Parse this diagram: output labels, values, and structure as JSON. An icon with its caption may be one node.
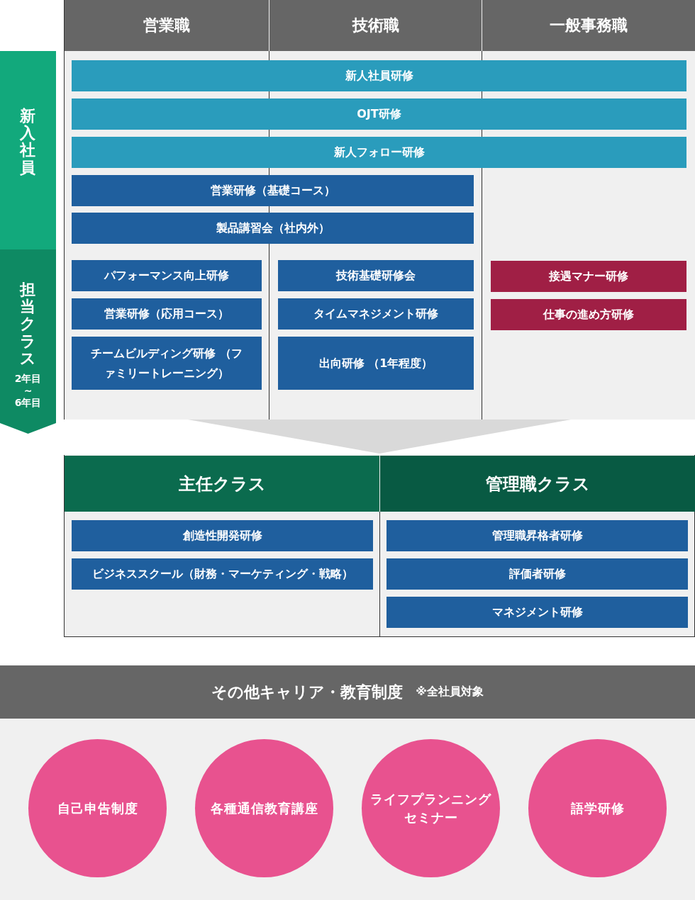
{
  "diagram": {
    "nodes": [
      {
        "text": [
          "営業職"
        ]
      },
      {
        "text": [
          "技術職"
        ]
      },
      {
        "text": [
          "一般事務職"
        ]
      },
      {
        "text": [
          "新人社員研修"
        ]
      },
      {
        "text": [
          "OJT研修"
        ]
      },
      {
        "text": [
          "新人フォロー研修"
        ]
      },
      {
        "text": [
          "営業研修（基礎コース）"
        ]
      },
      {
        "text": [
          "製品講習会（社内外）"
        ]
      },
      {
        "text": [
          "パフォーマンス向上研修"
        ]
      },
      {
        "text": [
          "営業研修（応用コース）"
        ]
      },
      {
        "text": [
          "チームビルディング研修 （ファミリートレーニング）"
        ]
      },
      {
        "text": [
          "技術基礎研修会"
        ]
      },
      {
        "text": [
          "タイムマネジメント研修"
        ]
      },
      {
        "text": [
          "出向研修 （1年程度）"
        ]
      },
      {
        "text": [
          "接遇マナー研修"
        ]
      },
      {
        "text": [
          "仕事の進め方研修"
        ]
      },
      {
        "text": [
          "新入社員"
        ]
      },
      {
        "text": [
          "担当クラス",
          "2年目 ~ 6年目"
        ]
      },
      {
        "text": [
          "主任クラス"
        ]
      },
      {
        "text": [
          "管理職クラス"
        ]
      },
      {
        "text": [
          "創造性開発研修"
        ]
      },
      {
        "text": [
          "ビジネススクール（財務・マーケティング・戦略）"
        ]
      },
      {
        "text": [
          "管理職昇格者研修"
        ]
      },
      {
        "text": [
          "評価者研修"
        ]
      },
      {
        "text": [
          "マネジメント研修"
        ]
      },
      {
        "text": [
          "その他キャリア・教育制度",
          "※全社員対象"
        ]
      },
      {
        "text": [
          "自己申告制度"
        ]
      },
      {
        "text": [
          "各種通信教育講座"
        ]
      },
      {
        "text": [
          "ライフプランニングセミナー"
        ]
      },
      {
        "text": [
          "語学研修"
        ]
      }
    ]
  }
}
